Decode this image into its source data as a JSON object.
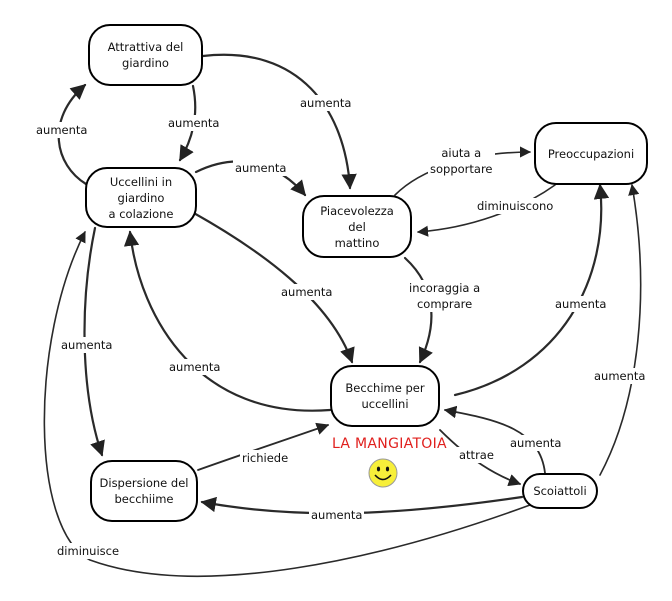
{
  "diagram": {
    "title": "LA MANGIATOIA",
    "title_color": "#e0201e",
    "decoration": "smiley-face-icon",
    "nodes": [
      {
        "id": "attrattiva",
        "label": "Attrattiva del\ngiardino"
      },
      {
        "id": "uccellini",
        "label": "Uccellini in giardino\na colazione"
      },
      {
        "id": "piacevolezza",
        "label": "Piacevolezza del\nmattino"
      },
      {
        "id": "preoccupazioni",
        "label": "Preoccupazioni"
      },
      {
        "id": "becchime",
        "label": "Becchime per\nuccellini"
      },
      {
        "id": "dispersione",
        "label": "Dispersione del\nbecchiime"
      },
      {
        "id": "scoiattoli",
        "label": "Scoiattoli"
      }
    ],
    "edges": [
      {
        "from": "uccellini",
        "to": "attrattiva",
        "label": "aumenta"
      },
      {
        "from": "attrattiva",
        "to": "uccellini",
        "label": "aumenta"
      },
      {
        "from": "attrattiva",
        "to": "piacevolezza",
        "label": "aumenta"
      },
      {
        "from": "uccellini",
        "to": "piacevolezza",
        "label": "aumenta"
      },
      {
        "from": "piacevolezza",
        "to": "preoccupazioni",
        "label": "aiuta a\nsopportare"
      },
      {
        "from": "preoccupazioni",
        "to": "piacevolezza",
        "label": "diminuiscono"
      },
      {
        "from": "piacevolezza",
        "to": "becchime",
        "label": "incoraggia a\ncomprare"
      },
      {
        "from": "uccellini",
        "to": "becchime",
        "label": "aumenta"
      },
      {
        "from": "becchime",
        "to": "uccellini",
        "label": "aumenta"
      },
      {
        "from": "uccellini",
        "to": "dispersione",
        "label": "aumenta"
      },
      {
        "from": "becchime",
        "to": "preoccupazioni",
        "label": "aumenta"
      },
      {
        "from": "scoiattoli",
        "to": "preoccupazioni",
        "label": "aumenta"
      },
      {
        "from": "dispersione",
        "to": "becchime",
        "label": "richiede"
      },
      {
        "from": "becchime",
        "to": "scoiattoli",
        "label": "attrae"
      },
      {
        "from": "scoiattoli",
        "to": "becchime",
        "label": "aumenta"
      },
      {
        "from": "scoiattoli",
        "to": "dispersione",
        "label": "aumenta"
      },
      {
        "from": "scoiattoli",
        "to": "uccellini",
        "label": "diminuisce"
      }
    ]
  }
}
